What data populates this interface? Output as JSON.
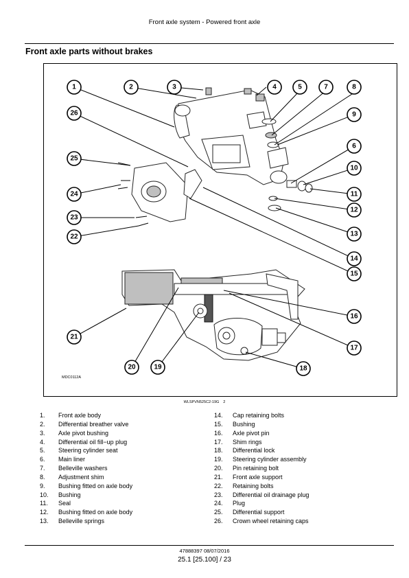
{
  "header": {
    "title": "Front axle system - Powered front axle"
  },
  "section": {
    "title": "Front axle parts without brakes"
  },
  "figure": {
    "drawing_code": "MDC0112A",
    "caption_code": "WLSPVN525C2-19G",
    "caption_number": "2",
    "callouts": [
      "1",
      "2",
      "3",
      "4",
      "5",
      "7",
      "8",
      "26",
      "9",
      "6",
      "25",
      "10",
      "24",
      "11",
      "12",
      "23",
      "22",
      "13",
      "14",
      "15",
      "16",
      "21",
      "17",
      "20",
      "19",
      "18"
    ]
  },
  "legend": {
    "left": [
      {
        "n": "1.",
        "label": "Front axle body"
      },
      {
        "n": "2.",
        "label": "Differential breather valve"
      },
      {
        "n": "3.",
        "label": "Axle pivot bushing"
      },
      {
        "n": "4.",
        "label": "Differential oil fill−up plug"
      },
      {
        "n": "5.",
        "label": "Steering cylinder seat"
      },
      {
        "n": "6.",
        "label": "Main liner"
      },
      {
        "n": "7.",
        "label": "Belleville washers"
      },
      {
        "n": "8.",
        "label": "Adjustment shim"
      },
      {
        "n": "9.",
        "label": "Bushing fitted on axle body"
      },
      {
        "n": "10.",
        "label": "Bushing"
      },
      {
        "n": "11.",
        "label": "Seal"
      },
      {
        "n": "12.",
        "label": "Bushing fitted on axle body"
      },
      {
        "n": "13.",
        "label": "Belleville springs"
      }
    ],
    "right": [
      {
        "n": "14.",
        "label": "Cap retaining bolts"
      },
      {
        "n": "15.",
        "label": "Bushing"
      },
      {
        "n": "16.",
        "label": "Axle pivot pin"
      },
      {
        "n": "17.",
        "label": "Shim rings"
      },
      {
        "n": "18.",
        "label": "Differential lock"
      },
      {
        "n": "19.",
        "label": "Steering cylinder assembly"
      },
      {
        "n": "20.",
        "label": "Pin retaining bolt"
      },
      {
        "n": "21.",
        "label": "Front axle support"
      },
      {
        "n": "22.",
        "label": "Retaining bolts"
      },
      {
        "n": "23.",
        "label": "Differential oil drainage plug"
      },
      {
        "n": "24.",
        "label": "Plug"
      },
      {
        "n": "25.",
        "label": "Differential support"
      },
      {
        "n": "26.",
        "label": "Crown wheel retaining caps"
      }
    ]
  },
  "footer": {
    "doc_code": "47888397 08/07/2016",
    "page": "25.1 [25.100] / 23"
  }
}
